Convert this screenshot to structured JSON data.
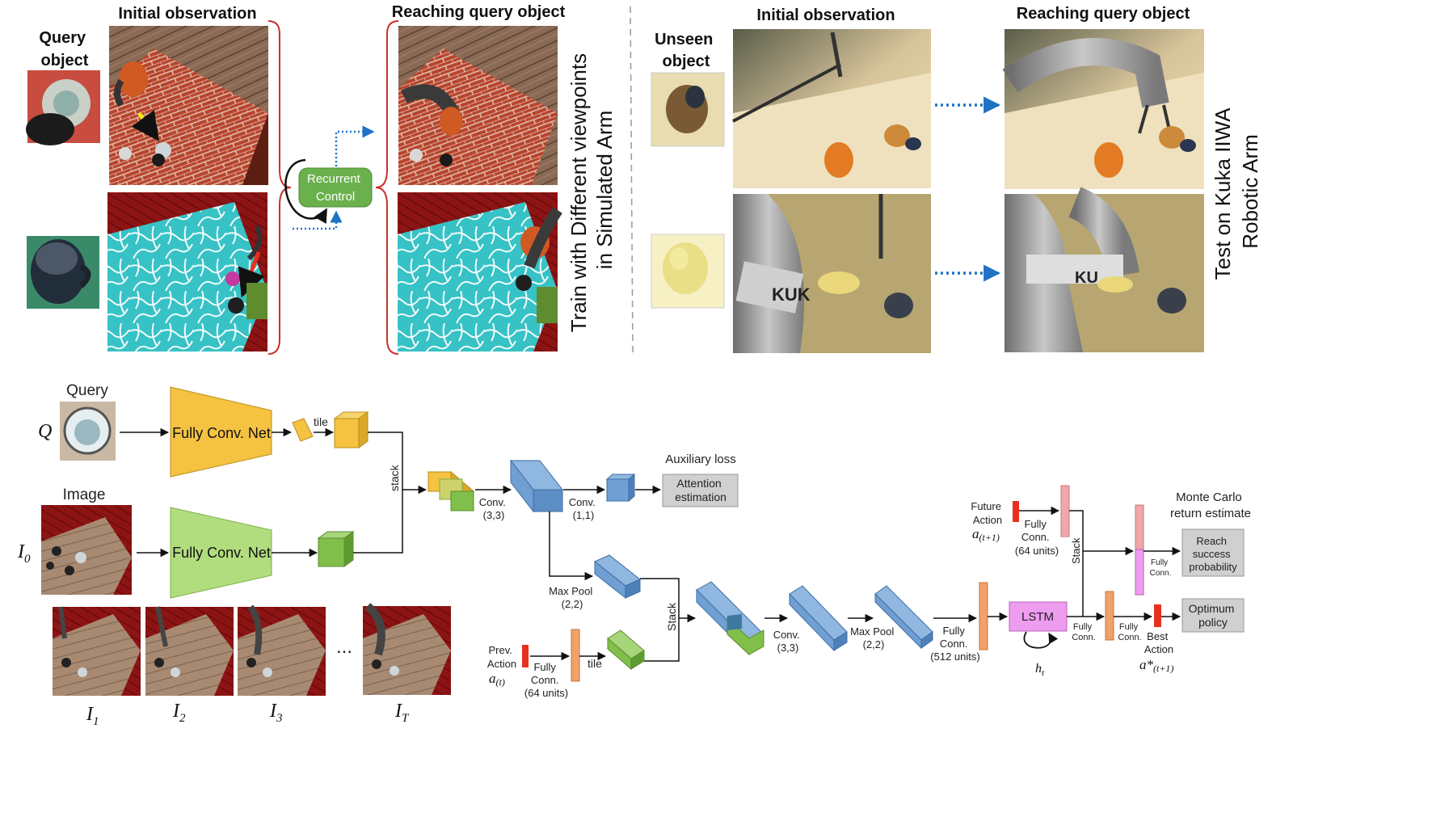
{
  "top_left": {
    "query_label": "Query\nobject",
    "initial_observation": "Initial observation",
    "reaching_query": "Reaching query object",
    "recurrent_control": "Recurrent\nControl",
    "train_caption": "Train  with Different viewpoints\nin Simulated Arm"
  },
  "top_right": {
    "unseen_label": "Unseen\nobject",
    "initial_observation": "Initial observation",
    "reaching_query": "Reaching query object",
    "test_caption": "Test on Kuka IIWA\nRobotic Arm",
    "robot_brand_1": "KUK",
    "robot_brand_2": "KU"
  },
  "network": {
    "query_label": "Query",
    "query_symbol": "Q",
    "image_label": "Image",
    "image_symbol": "I",
    "image_symbol_sub": "0",
    "fcn_query": "Fully Conv. Net",
    "fcn_image": "Fully Conv. Net",
    "tile_1": "tile",
    "stack_1": "stack",
    "conv_33_a": "Conv.\n(3,3)",
    "conv_11": "Conv.\n(1,1)",
    "aux_loss": "Auxiliary loss",
    "attention_box": "Attention\nestimation",
    "maxpool_a": "Max Pool\n(2,2)",
    "stack_2": "Stack",
    "prev_action": "Prev.\nAction",
    "prev_action_sym": "a",
    "prev_action_sub": "(t)",
    "fc_64_a": "Fully\nConn.\n(64 units)",
    "tile_2": "tile",
    "conv_33_b": "Conv.\n(3,3)",
    "maxpool_b": "Max Pool\n(2,2)",
    "fc_512": "Fully\nConn.\n(512 units)",
    "lstm": "LSTM",
    "hidden_sym": "h",
    "hidden_sub": "t",
    "fc_lstm_out": "Fully\nConn.",
    "fc_lstm_out_2": "Fully\nConn.",
    "future_action": "Future\nAction",
    "future_action_sym": "a",
    "future_action_sub": "(t+1)",
    "fc_64_b": "Fully\nConn.\n(64 units)",
    "stack_3": "Stack",
    "fc_small": "Fully\nConn.",
    "monte_carlo": "Monte Carlo\nreturn estimate",
    "reach_box": "Reach\nsuccess\nprobability",
    "best_action": "Best\nAction",
    "best_action_sym": "a*",
    "best_action_sub": "(t+1)",
    "optimum_box": "Optimum\npolicy",
    "seq_ellipsis": "...",
    "seq": [
      {
        "sym": "I",
        "sub": "1"
      },
      {
        "sym": "I",
        "sub": "2"
      },
      {
        "sym": "I",
        "sub": "3"
      },
      {
        "sym": "I",
        "sub": "T"
      }
    ]
  },
  "colors": {
    "fcn_query": "#f5c242",
    "fcn_image": "#b2dd7f",
    "feature_blue": "#6f9fd3",
    "fc_orange": "#f0a26b",
    "fc_pink": "#f0a7a7",
    "lstm": "#ee9cf0",
    "action_red": "#e8301f",
    "recurrent_green": "#6ab04c",
    "gray_box": "#d0d0d0",
    "bracket_red": "#c9302c",
    "dotted_blue": "#1f72c6"
  }
}
